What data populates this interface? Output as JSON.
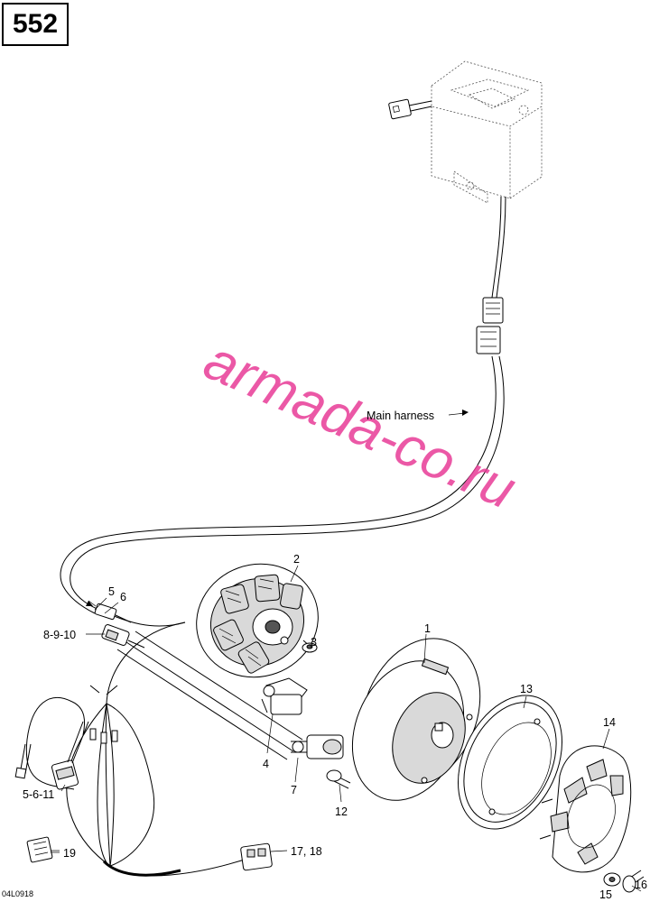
{
  "page_number": "552",
  "drawing_code": "04L0918",
  "watermark": "armada-co.ru",
  "annotations": {
    "main_harness": "Main harness"
  },
  "callouts": {
    "c1": "1",
    "c2": "2",
    "c3": "3",
    "c4": "4",
    "c5": "5",
    "c6": "6",
    "c7": "7",
    "c8_9_10": "8-9-10",
    "c5_6_11": "5-6-11",
    "c12": "12",
    "c13": "13",
    "c14": "14",
    "c15": "15",
    "c16": "16",
    "c17_18": "17, 18",
    "c19": "19"
  }
}
